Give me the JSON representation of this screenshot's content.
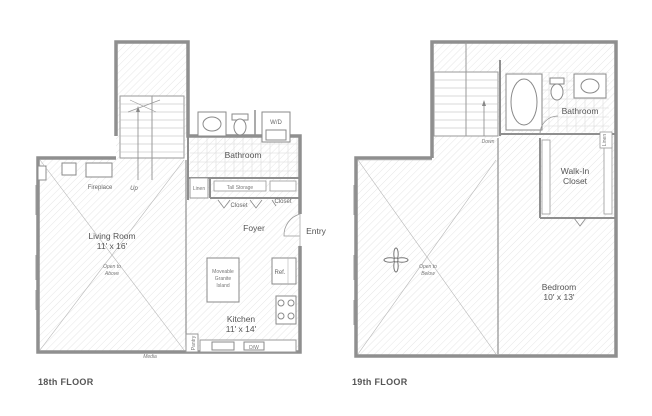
{
  "floors": {
    "floor18": {
      "title": "18th FLOOR",
      "rooms": {
        "bathroom": "Bathroom",
        "wd": "W/D",
        "fireplace": "Fireplace",
        "up": "Up",
        "linen": "Linen",
        "tall_storage": "Tall Storage",
        "closet_inner": "Closet",
        "closet_outer": "Closet",
        "living_room": "Living Room",
        "living_room_dim": "11' x 16'",
        "open_to_above_1": "Open to",
        "open_to_above_2": "Above",
        "foyer": "Foyer",
        "entry": "Entry",
        "island_1": "Moveable",
        "island_2": "Granite",
        "island_3": "Island",
        "ref": "Ref.",
        "kitchen": "Kitchen",
        "kitchen_dim": "11' x 14'",
        "media": "Media",
        "pantry": "Pantry",
        "dw": "D/W"
      }
    },
    "floor19": {
      "title": "19th FLOOR",
      "rooms": {
        "bathroom": "Bathroom",
        "linen": "Linen",
        "down": "Down",
        "walkin_1": "Walk-In",
        "walkin_2": "Closet",
        "open_to_below_1": "Open to",
        "open_to_below_2": "Below",
        "bedroom": "Bedroom",
        "bedroom_dim": "10' x 13'"
      }
    }
  },
  "colors": {
    "wall": "#8f8f8f",
    "text": "#555555",
    "background": "#ffffff"
  }
}
